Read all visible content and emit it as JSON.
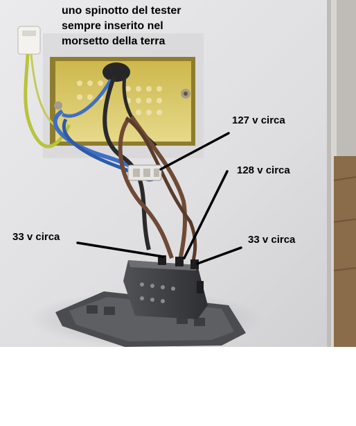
{
  "photo": {
    "subject": "wall electrical junction box with wires and a switch module",
    "colors": {
      "wall": "#e2e2e4",
      "box": "#d8c45a",
      "wire_blue": "#3f6fc4",
      "wire_brown": "#6e4a35",
      "wire_black": "#2a2a2a",
      "wire_yellow_green": "#b8c43a",
      "switch_body": "#3a3b3e",
      "annotation_line": "#000000"
    }
  },
  "annotations": {
    "ground_note": [
      "uno spinotto del tester",
      "sempre inserito nel",
      "morsetto della terra"
    ],
    "voltage_127": "127 v circa",
    "voltage_128": "128 v circa",
    "voltage_33_left": "33 v circa",
    "voltage_33_right": "33 v circa"
  }
}
